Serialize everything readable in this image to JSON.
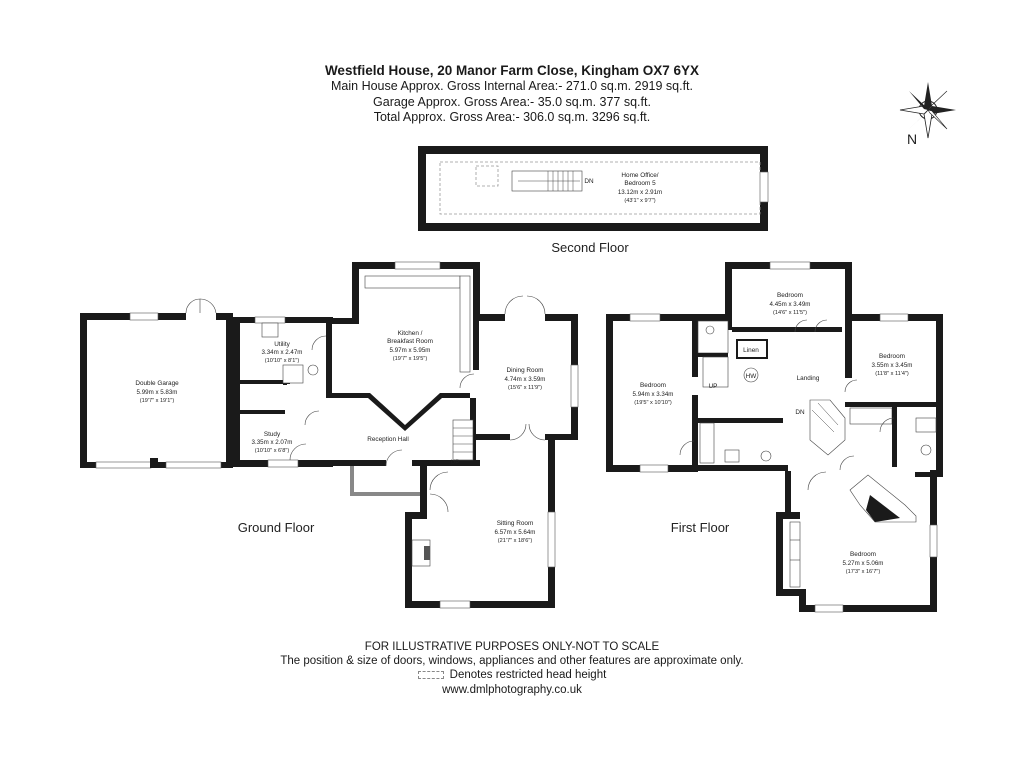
{
  "header": {
    "title": "Westfield House, 20 Manor Farm Close, Kingham OX7 6YX",
    "main_house": "Main House Approx. Gross Internal Area:- 271.0 sq.m. 2919 sq.ft.",
    "garage": "Garage Approx. Gross Area:- 35.0 sq.m. 377 sq.ft.",
    "total": "Total Approx. Gross Area:- 306.0 sq.m. 3296 sq.ft."
  },
  "compass": {
    "label": "N"
  },
  "floors": {
    "second": "Second Floor",
    "ground": "Ground Floor",
    "first": "First Floor"
  },
  "rooms": {
    "home_office": {
      "name1": "Home Office/",
      "name2": "Bedroom 5",
      "metric": "13.12m x 2.91m",
      "imperial": "(43'1\" x 9'7\")"
    },
    "double_garage": {
      "name": "Double Garage",
      "metric": "5.99m x 5.83m",
      "imperial": "(19'7\" x 19'1\")"
    },
    "utility": {
      "name": "Utility",
      "metric": "3.34m x 2.47m",
      "imperial": "(10'10\" x 8'1\")"
    },
    "kitchen": {
      "name1": "Kitchen /",
      "name2": "Breakfast Room",
      "metric": "5.97m x 5.95m",
      "imperial": "(19'7\" x 19'5\")"
    },
    "dining": {
      "name": "Dining Room",
      "metric": "4.74m x 3.59m",
      "imperial": "(15'6\" x 11'9\")"
    },
    "study": {
      "name": "Study",
      "metric": "3.35m x 2.07m",
      "imperial": "(10'10\" x 6'8\")"
    },
    "reception": {
      "name": "Reception Hall"
    },
    "sitting": {
      "name": "Sitting Room",
      "metric": "6.57m x 5.64m",
      "imperial": "(21'7\" x 18'6\")"
    },
    "bed_top": {
      "name": "Bedroom",
      "metric": "4.45m x 3.49m",
      "imperial": "(14'6\" x 11'5\")"
    },
    "bed_left": {
      "name": "Bedroom",
      "metric": "5.94m x 3.34m",
      "imperial": "(19'5\" x 10'10\")"
    },
    "bed_right": {
      "name": "Bedroom",
      "metric": "3.55m x 3.45m",
      "imperial": "(11'8\" x 11'4\")"
    },
    "bed_bottom": {
      "name": "Bedroom",
      "metric": "5.27m x 5.06m",
      "imperial": "(17'3\" x 16'7\")"
    },
    "linen": {
      "name": "Linen"
    },
    "landing": {
      "name": "Landing"
    },
    "hw": {
      "name": "HW"
    }
  },
  "markers": {
    "dn": "DN",
    "up": "UP"
  },
  "footer": {
    "disclaimer": "FOR ILLUSTRATIVE PURPOSES ONLY-NOT TO SCALE",
    "note": "The position & size of doors, windows, appliances and other features are approximate only.",
    "legend": "Denotes restricted head height",
    "website": "www.dmlphotography.co.uk"
  }
}
